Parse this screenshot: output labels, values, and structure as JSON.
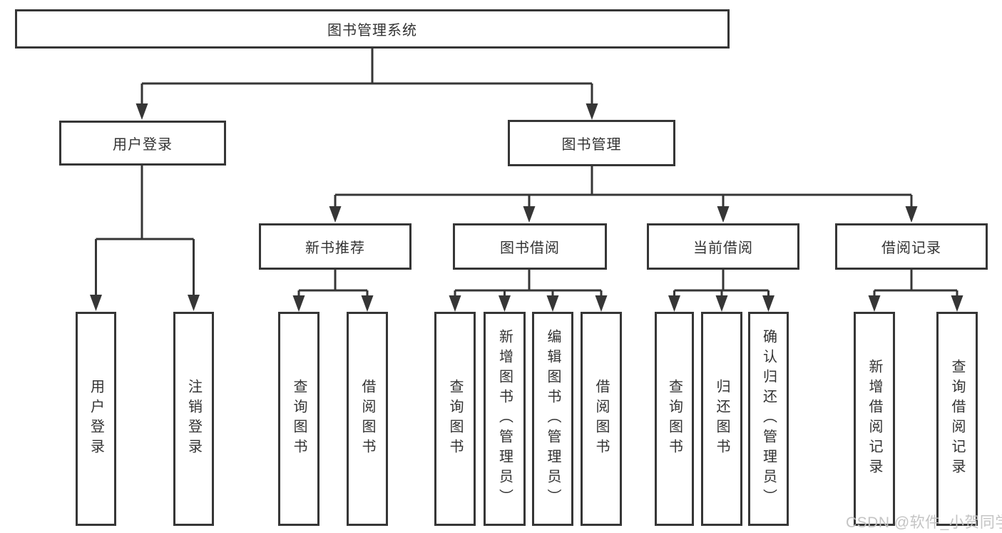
{
  "diagram": {
    "root": {
      "label": "图书管理系统"
    },
    "branches": [
      {
        "label": "用户登录",
        "children": [
          {
            "label": "用户登录"
          },
          {
            "label": "注销登录"
          }
        ]
      },
      {
        "label": "图书管理",
        "children": [
          {
            "label": "新书推荐",
            "children": [
              {
                "label": "查询图书"
              },
              {
                "label": "借阅图书"
              }
            ]
          },
          {
            "label": "图书借阅",
            "children": [
              {
                "label": "查询图书"
              },
              {
                "label": "新增图书（管理员）"
              },
              {
                "label": "编辑图书（管理员）"
              },
              {
                "label": "借阅图书"
              }
            ]
          },
          {
            "label": "当前借阅",
            "children": [
              {
                "label": "查询图书"
              },
              {
                "label": "归还图书"
              },
              {
                "label": "确认归还（管理员）"
              }
            ]
          },
          {
            "label": "借阅记录",
            "children": [
              {
                "label": "新增借阅记录"
              },
              {
                "label": "查询借阅记录"
              }
            ]
          }
        ]
      }
    ]
  },
  "watermark": {
    "text": "CSDN @软件_小贺同学",
    "color": "#c1c1c1"
  },
  "colors": {
    "line": "#363636",
    "box_border": "#363636",
    "box_background": "#ffffff",
    "text": "#333333",
    "page_background": "#ffffff"
  }
}
